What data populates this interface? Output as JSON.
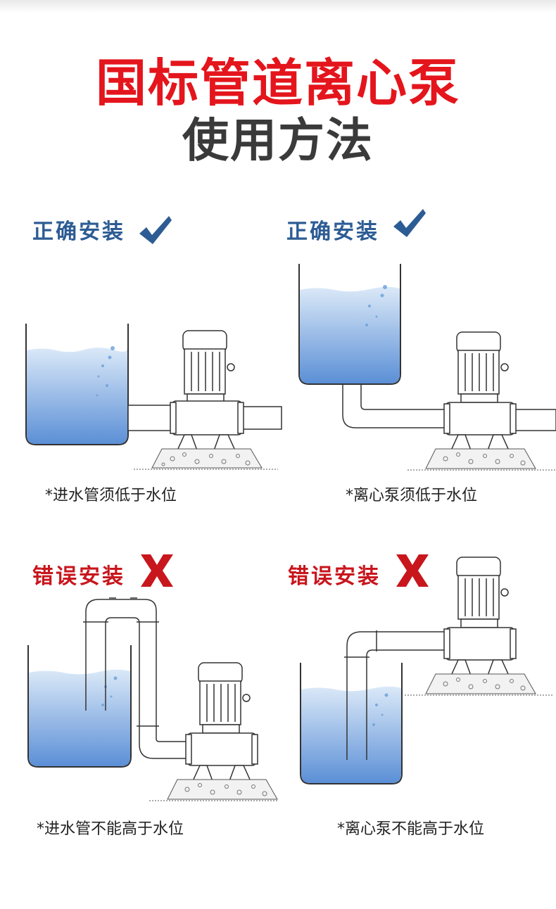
{
  "title": {
    "line1": "国标管道离心泵",
    "line2": "使用方法"
  },
  "colors": {
    "title_red": "#e4151c",
    "title_gray": "#3a3a3a",
    "correct_blue": "#2d5c94",
    "wrong_red": "#c8161d",
    "water_top": "#dbe9f8",
    "water_bottom": "#5b8fd6",
    "caption_text": "#222222"
  },
  "panels": [
    {
      "status": "correct",
      "heading": "正确安装",
      "mark_icon": "checkmark-icon",
      "caption": "*进水管须低于水位"
    },
    {
      "status": "correct",
      "heading": "正确安装",
      "mark_icon": "checkmark-icon",
      "caption": "*离心泵须低于水位"
    },
    {
      "status": "wrong",
      "heading": "错误安装",
      "mark_icon": "cross-mark-icon",
      "caption": "*进水管不能高于水位"
    },
    {
      "status": "wrong",
      "heading": "错误安装",
      "mark_icon": "cross-mark-icon",
      "caption": "*离心泵不能高于水位"
    }
  ]
}
